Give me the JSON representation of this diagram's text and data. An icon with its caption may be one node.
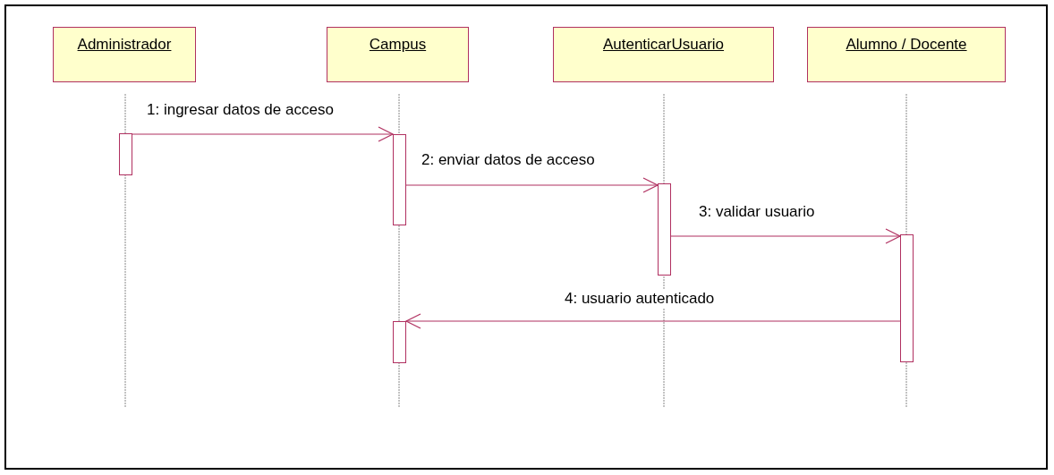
{
  "diagram": {
    "nodes": [
      {
        "text": [
          "Administrador"
        ]
      },
      {
        "text": [
          "Campus"
        ]
      },
      {
        "text": [
          "AutenticarUsuario"
        ]
      },
      {
        "text": [
          "Alumno / Docente"
        ]
      },
      {
        "text": [],
        "shape": "bar"
      },
      {
        "text": [],
        "shape": "bar"
      },
      {
        "text": [],
        "shape": "bar"
      },
      {
        "text": [],
        "shape": "bar"
      },
      {
        "text": [],
        "shape": "bar"
      }
    ],
    "edges": [
      {
        "from": 4,
        "to": 5,
        "arrow": "to",
        "label": "1: ingresar datos de acceso"
      },
      {
        "from": 5,
        "to": 7,
        "arrow": "to",
        "label": "2: enviar datos de acceso"
      },
      {
        "from": 7,
        "to": 8,
        "arrow": "to",
        "label": "3: validar usuario"
      },
      {
        "from": 8,
        "to": 6,
        "arrow": "to",
        "label": "4: usuario autenticado"
      }
    ]
  }
}
